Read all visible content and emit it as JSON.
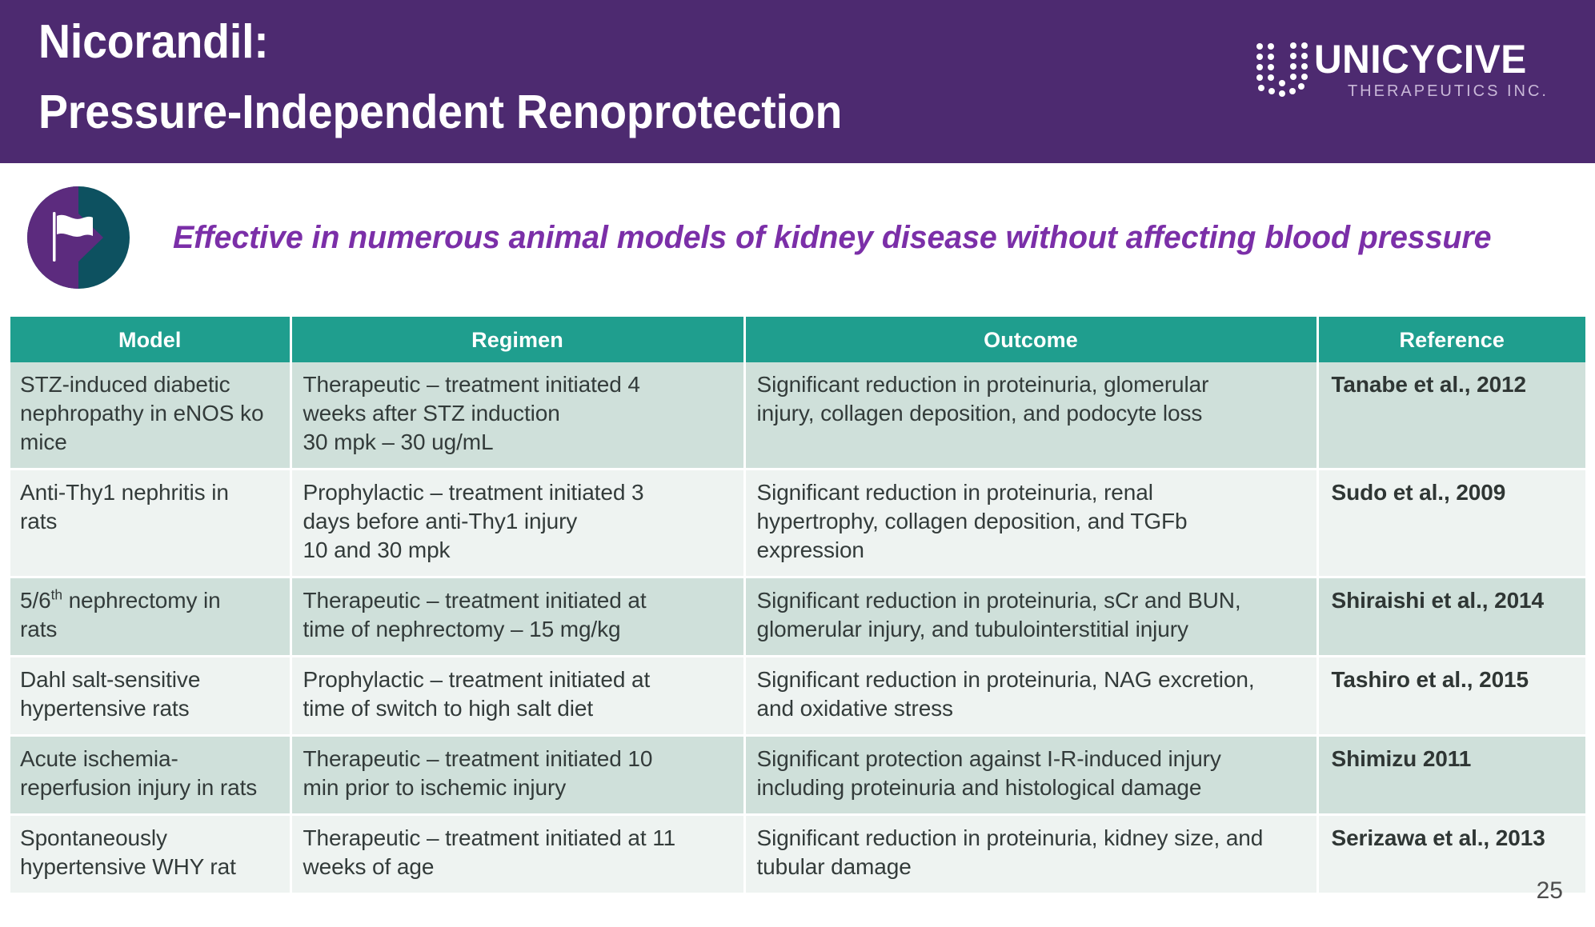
{
  "header": {
    "background_color": "#4d2a70",
    "title_line1": "Nicorandil:",
    "title_line2": "Pressure-Independent Renoprotection",
    "logo": {
      "wordmark": "UNICYCIVE",
      "tagline": "THERAPEUTICS INC.",
      "mark_icon": "dotted-u-icon"
    }
  },
  "subtitle": {
    "icon": "flag-badge-icon",
    "text": "Effective in numerous animal models of kidney disease without affecting blood pressure",
    "color": "#7b2fa8"
  },
  "table": {
    "header_color": "#1f9e8e",
    "shade_row_color": "#cfe0da",
    "plain_row_color": "#eef3f1",
    "columns": [
      "Model",
      "Regimen",
      "Outcome",
      "Reference"
    ],
    "rows": [
      {
        "model": [
          "STZ-induced diabetic",
          "nephropathy in eNOS ko",
          "mice"
        ],
        "model_sup": null,
        "regimen": [
          "Therapeutic – treatment initiated 4",
          "weeks after STZ induction",
          "30 mpk – 30 ug/mL"
        ],
        "outcome": [
          "Significant reduction in proteinuria, glomerular",
          "injury, collagen deposition, and podocyte loss"
        ],
        "reference": "Tanabe et al., 2012"
      },
      {
        "model": [
          "Anti-Thy1 nephritis in",
          "rats"
        ],
        "model_sup": null,
        "regimen": [
          "Prophylactic – treatment initiated 3",
          "days before anti-Thy1 injury",
          "10 and 30 mpk"
        ],
        "outcome": [
          "Significant reduction in proteinuria, renal",
          "hypertrophy, collagen deposition, and TGFb",
          "expression"
        ],
        "reference": "Sudo et al., 2009"
      },
      {
        "model": [
          "5/6",
          " nephrectomy in",
          "rats"
        ],
        "model_sup": "th",
        "regimen": [
          "Therapeutic – treatment initiated at",
          "time of nephrectomy – 15 mg/kg"
        ],
        "outcome": [
          "Significant reduction in proteinuria, sCr and BUN,",
          "glomerular injury, and tubulointerstitial injury"
        ],
        "reference": "Shiraishi et al., 2014"
      },
      {
        "model": [
          "Dahl salt-sensitive",
          "hypertensive rats"
        ],
        "model_sup": null,
        "regimen": [
          "Prophylactic – treatment initiated at",
          "time of switch to high salt diet"
        ],
        "outcome": [
          "Significant reduction in proteinuria, NAG excretion,",
          "and oxidative stress"
        ],
        "reference": "Tashiro et al., 2015"
      },
      {
        "model": [
          "Acute ischemia-",
          "reperfusion injury in rats"
        ],
        "model_sup": null,
        "regimen": [
          "Therapeutic – treatment initiated 10",
          "min prior to ischemic injury"
        ],
        "outcome": [
          "Significant protection against I-R-induced injury",
          "including proteinuria and histological damage"
        ],
        "reference": "Shimizu 2011"
      },
      {
        "model": [
          "Spontaneously",
          "hypertensive WHY rat"
        ],
        "model_sup": null,
        "regimen": [
          "Therapeutic – treatment initiated at 11",
          "weeks of age"
        ],
        "outcome": [
          "Significant reduction in proteinuria, kidney size, and",
          "tubular damage"
        ],
        "reference": "Serizawa et al., 2013"
      }
    ]
  },
  "footer": {
    "page_number": "25"
  }
}
